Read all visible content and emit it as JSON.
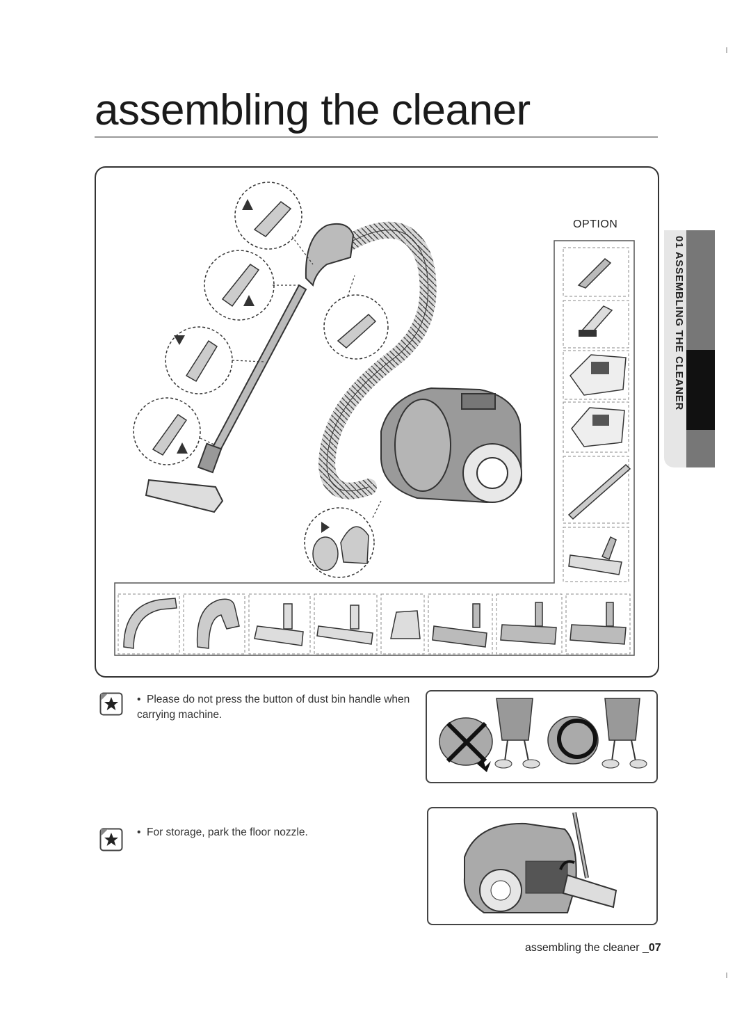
{
  "page": {
    "title": "assembling the cleaner",
    "option_label": "OPTION",
    "side_tab": "01 ASSEMBLING THE CLEANER",
    "footer_text": "assembling the cleaner _",
    "footer_page": "07"
  },
  "notes": [
    {
      "icon": "star-icon",
      "bullet": "•",
      "text": "Please do not press the button of dust bin handle when carrying machine."
    },
    {
      "icon": "star-icon",
      "bullet": "•",
      "text": "For storage, park the floor nozzle."
    }
  ],
  "colors": {
    "line": "#333333",
    "fill_light": "#e6e6e6",
    "fill_mid": "#9a9a9a",
    "tab_dark": "#777777",
    "tab_black": "#111111"
  }
}
